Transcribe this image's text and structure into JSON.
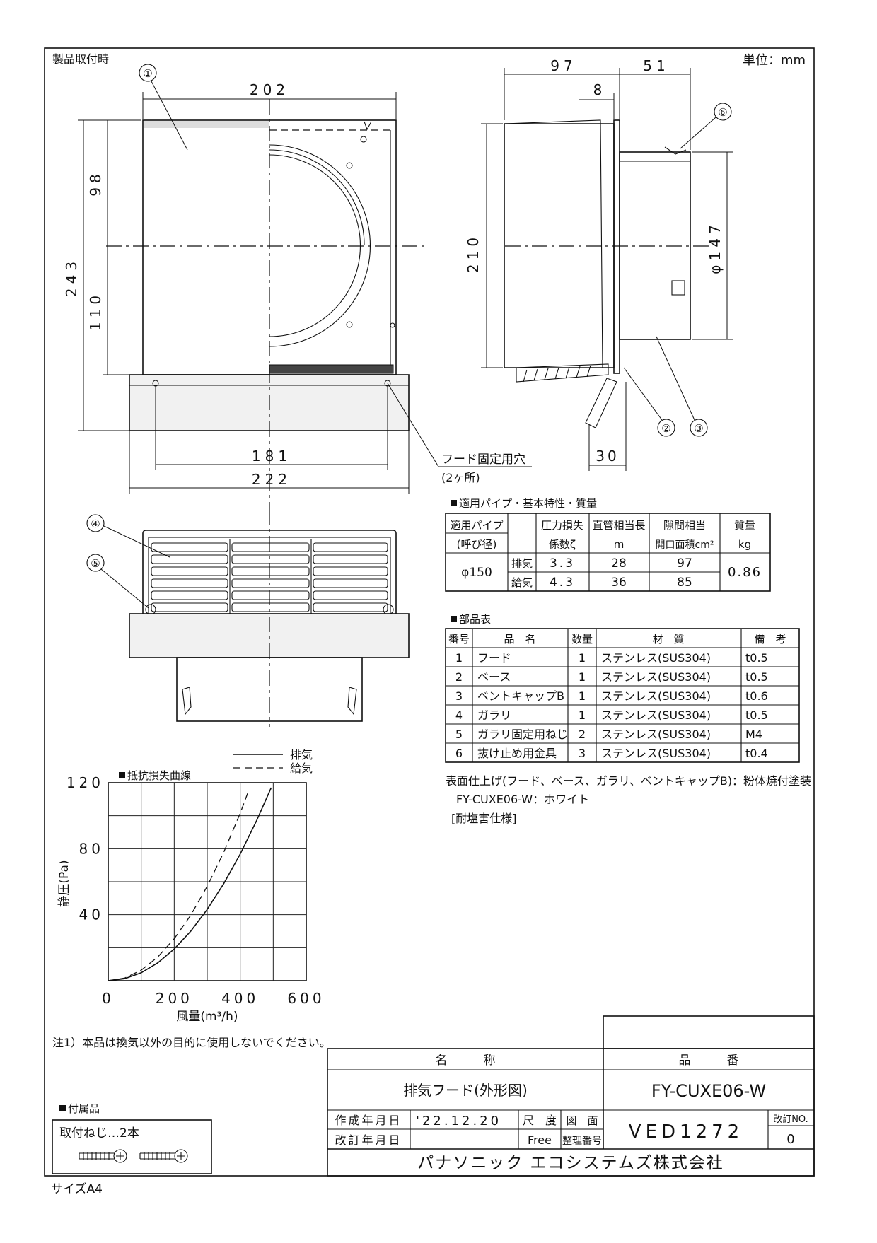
{
  "header": {
    "mount_label": "製品取付時",
    "unit_label": "単位：mm",
    "size_label": "サイズA4"
  },
  "front_view": {
    "dims": {
      "width_top": "202",
      "height_total": "243",
      "upper": "98",
      "lower": "110",
      "width_holes": "181",
      "width_base": "222"
    },
    "hole_note": "フード固定用穴",
    "hole_count": "(2ヶ所)",
    "callouts": [
      "①"
    ]
  },
  "side_view": {
    "dims": {
      "depth_hood": "97",
      "depth_pipe": "51",
      "offset": "8",
      "height": "210",
      "pipe_dia": "φ147",
      "louver_depth": "30"
    },
    "callouts": [
      "⑥",
      "②",
      "③"
    ]
  },
  "bottom_view": {
    "callouts": [
      "④",
      "⑤"
    ]
  },
  "spec_table": {
    "title": "適用パイプ・基本特性・質量",
    "headers": [
      [
        "適用パイプ",
        "(呼び径)"
      ],
      [
        "",
        ""
      ],
      [
        "圧力損失",
        "係数ζ"
      ],
      [
        "直管相当長",
        "m"
      ],
      [
        "隙間相当",
        "開口面積cm²"
      ],
      [
        "質量",
        "kg"
      ]
    ],
    "pipe": "φ150",
    "rows": [
      {
        "mode": "排気",
        "zeta": "3.3",
        "length": "28",
        "area": "97"
      },
      {
        "mode": "給気",
        "zeta": "4.3",
        "length": "36",
        "area": "85"
      }
    ],
    "mass": "0.86"
  },
  "parts_table": {
    "title": "部品表",
    "headers": [
      "番号",
      "品　名",
      "数量",
      "材　質",
      "備　考"
    ],
    "rows": [
      [
        "1",
        "フード",
        "1",
        "ステンレス(SUS304)",
        "t0.5"
      ],
      [
        "2",
        "ベース",
        "1",
        "ステンレス(SUS304)",
        "t0.5"
      ],
      [
        "3",
        "ベントキャップB",
        "1",
        "ステンレス(SUS304)",
        "t0.6"
      ],
      [
        "4",
        "ガラリ",
        "1",
        "ステンレス(SUS304)",
        "t0.5"
      ],
      [
        "5",
        "ガラリ固定用ねじ",
        "2",
        "ステンレス(SUS304)",
        "M4"
      ],
      [
        "6",
        "抜け止め用金具",
        "3",
        "ステンレス(SUS304)",
        "t0.4"
      ]
    ]
  },
  "finish_notes": [
    "表面仕上げ(フード、ベース、ガラリ、ベントキャップB)：粉体焼付塗装",
    "FY-CUXE06-W：ホワイト",
    "[耐塩害仕様]"
  ],
  "chart_data": {
    "type": "line",
    "title": "抵抗損失曲線",
    "xlabel": "風量(m³/h)",
    "ylabel": "静圧(Pa)",
    "xlim": [
      0,
      600
    ],
    "ylim": [
      0,
      120
    ],
    "x_ticks": [
      "0",
      "200",
      "400",
      "600"
    ],
    "y_ticks": [
      "40",
      "80",
      "120"
    ],
    "grid": true,
    "legend_position": "top-right",
    "series": [
      {
        "name": "排気",
        "style": "solid",
        "x": [
          0,
          50,
          100,
          150,
          200,
          250,
          300,
          350,
          400,
          450,
          494
        ],
        "y": [
          0,
          1.2,
          4.8,
          10.8,
          19.2,
          30,
          43.2,
          58.8,
          76.8,
          97.2,
          117
        ]
      },
      {
        "name": "給気",
        "style": "dashed",
        "x": [
          0,
          50,
          100,
          150,
          200,
          250,
          300,
          350,
          400,
          427
        ],
        "y": [
          0,
          1.6,
          6.4,
          14.3,
          25.4,
          39.7,
          57.2,
          77.8,
          101.6,
          116
        ]
      }
    ]
  },
  "note": "注1）本品は換気以外の目的に使用しないでください。",
  "accessories": {
    "title": "付属品",
    "item": "取付ねじ…2本"
  },
  "title_block": {
    "name_header": "名　　　称",
    "number_header": "品　　　番",
    "name": "排気フード(外形図)",
    "product_no": "FY-CUXE06-W",
    "created_label": "作成年月日",
    "created": "'22.12.20",
    "revised_label": "改訂年月日",
    "revised": "",
    "scale_label": "尺　度",
    "scale": "Free",
    "drawing_no_label": "図　面",
    "drawing_no_label2": "整理番号",
    "drawing_no": "VED1272",
    "rev_label": "改訂NO.",
    "rev": "0",
    "company": "パナソニック エコシステムズ株式会社"
  }
}
